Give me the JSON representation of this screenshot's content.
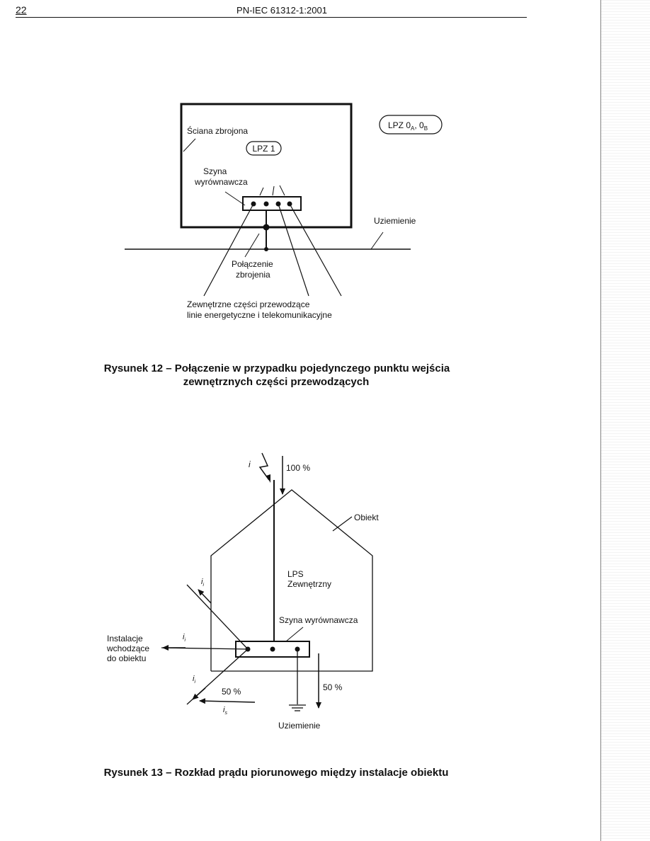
{
  "header": {
    "page_number": "22",
    "standard_id": "PN-IEC 61312-1:2001"
  },
  "figure12": {
    "labels": {
      "wall": "Ściana zbrojona",
      "lpz1": "LPZ 1",
      "lpz0_main": "LPZ 0",
      "lpz0_sub_a": "A",
      "lpz0_sep": ", 0",
      "lpz0_sub_b": "B",
      "bar_line1": "Szyna",
      "bar_line2": "wyrównawcza",
      "earthing": "Uziemienie",
      "rebar_line1": "Połączenie",
      "rebar_line2": "zbrojenia",
      "external_line1": "Zewnętrzne części przewodzące",
      "external_line2": "linie energetyczne i telekomunikacyjne"
    },
    "caption_line1": "Rysunek 12 – Połączenie w przypadku pojedynczego punktu wejścia",
    "caption_line2": "zewnętrznych części przewodzących"
  },
  "figure13": {
    "labels": {
      "i": "i",
      "hundred": "100 %",
      "object": "Obiekt",
      "lps_line1": "LPS",
      "lps_line2": "Zewnętrzny",
      "bar": "Szyna wyrównawcza",
      "inst_line1": "Instalacje",
      "inst_line2": "wchodzące",
      "inst_line3": "do obiektu",
      "ii_1": "i",
      "ii_2": "i",
      "ii_3": "i",
      "sub_i": "i",
      "fifty_left": "50 %",
      "fifty_right": "50 %",
      "is": "i",
      "sub_s": "s",
      "earthing": "Uziemienie"
    },
    "caption": "Rysunek 13 – Rozkład prądu piorunowego między instalacje obiektu"
  }
}
